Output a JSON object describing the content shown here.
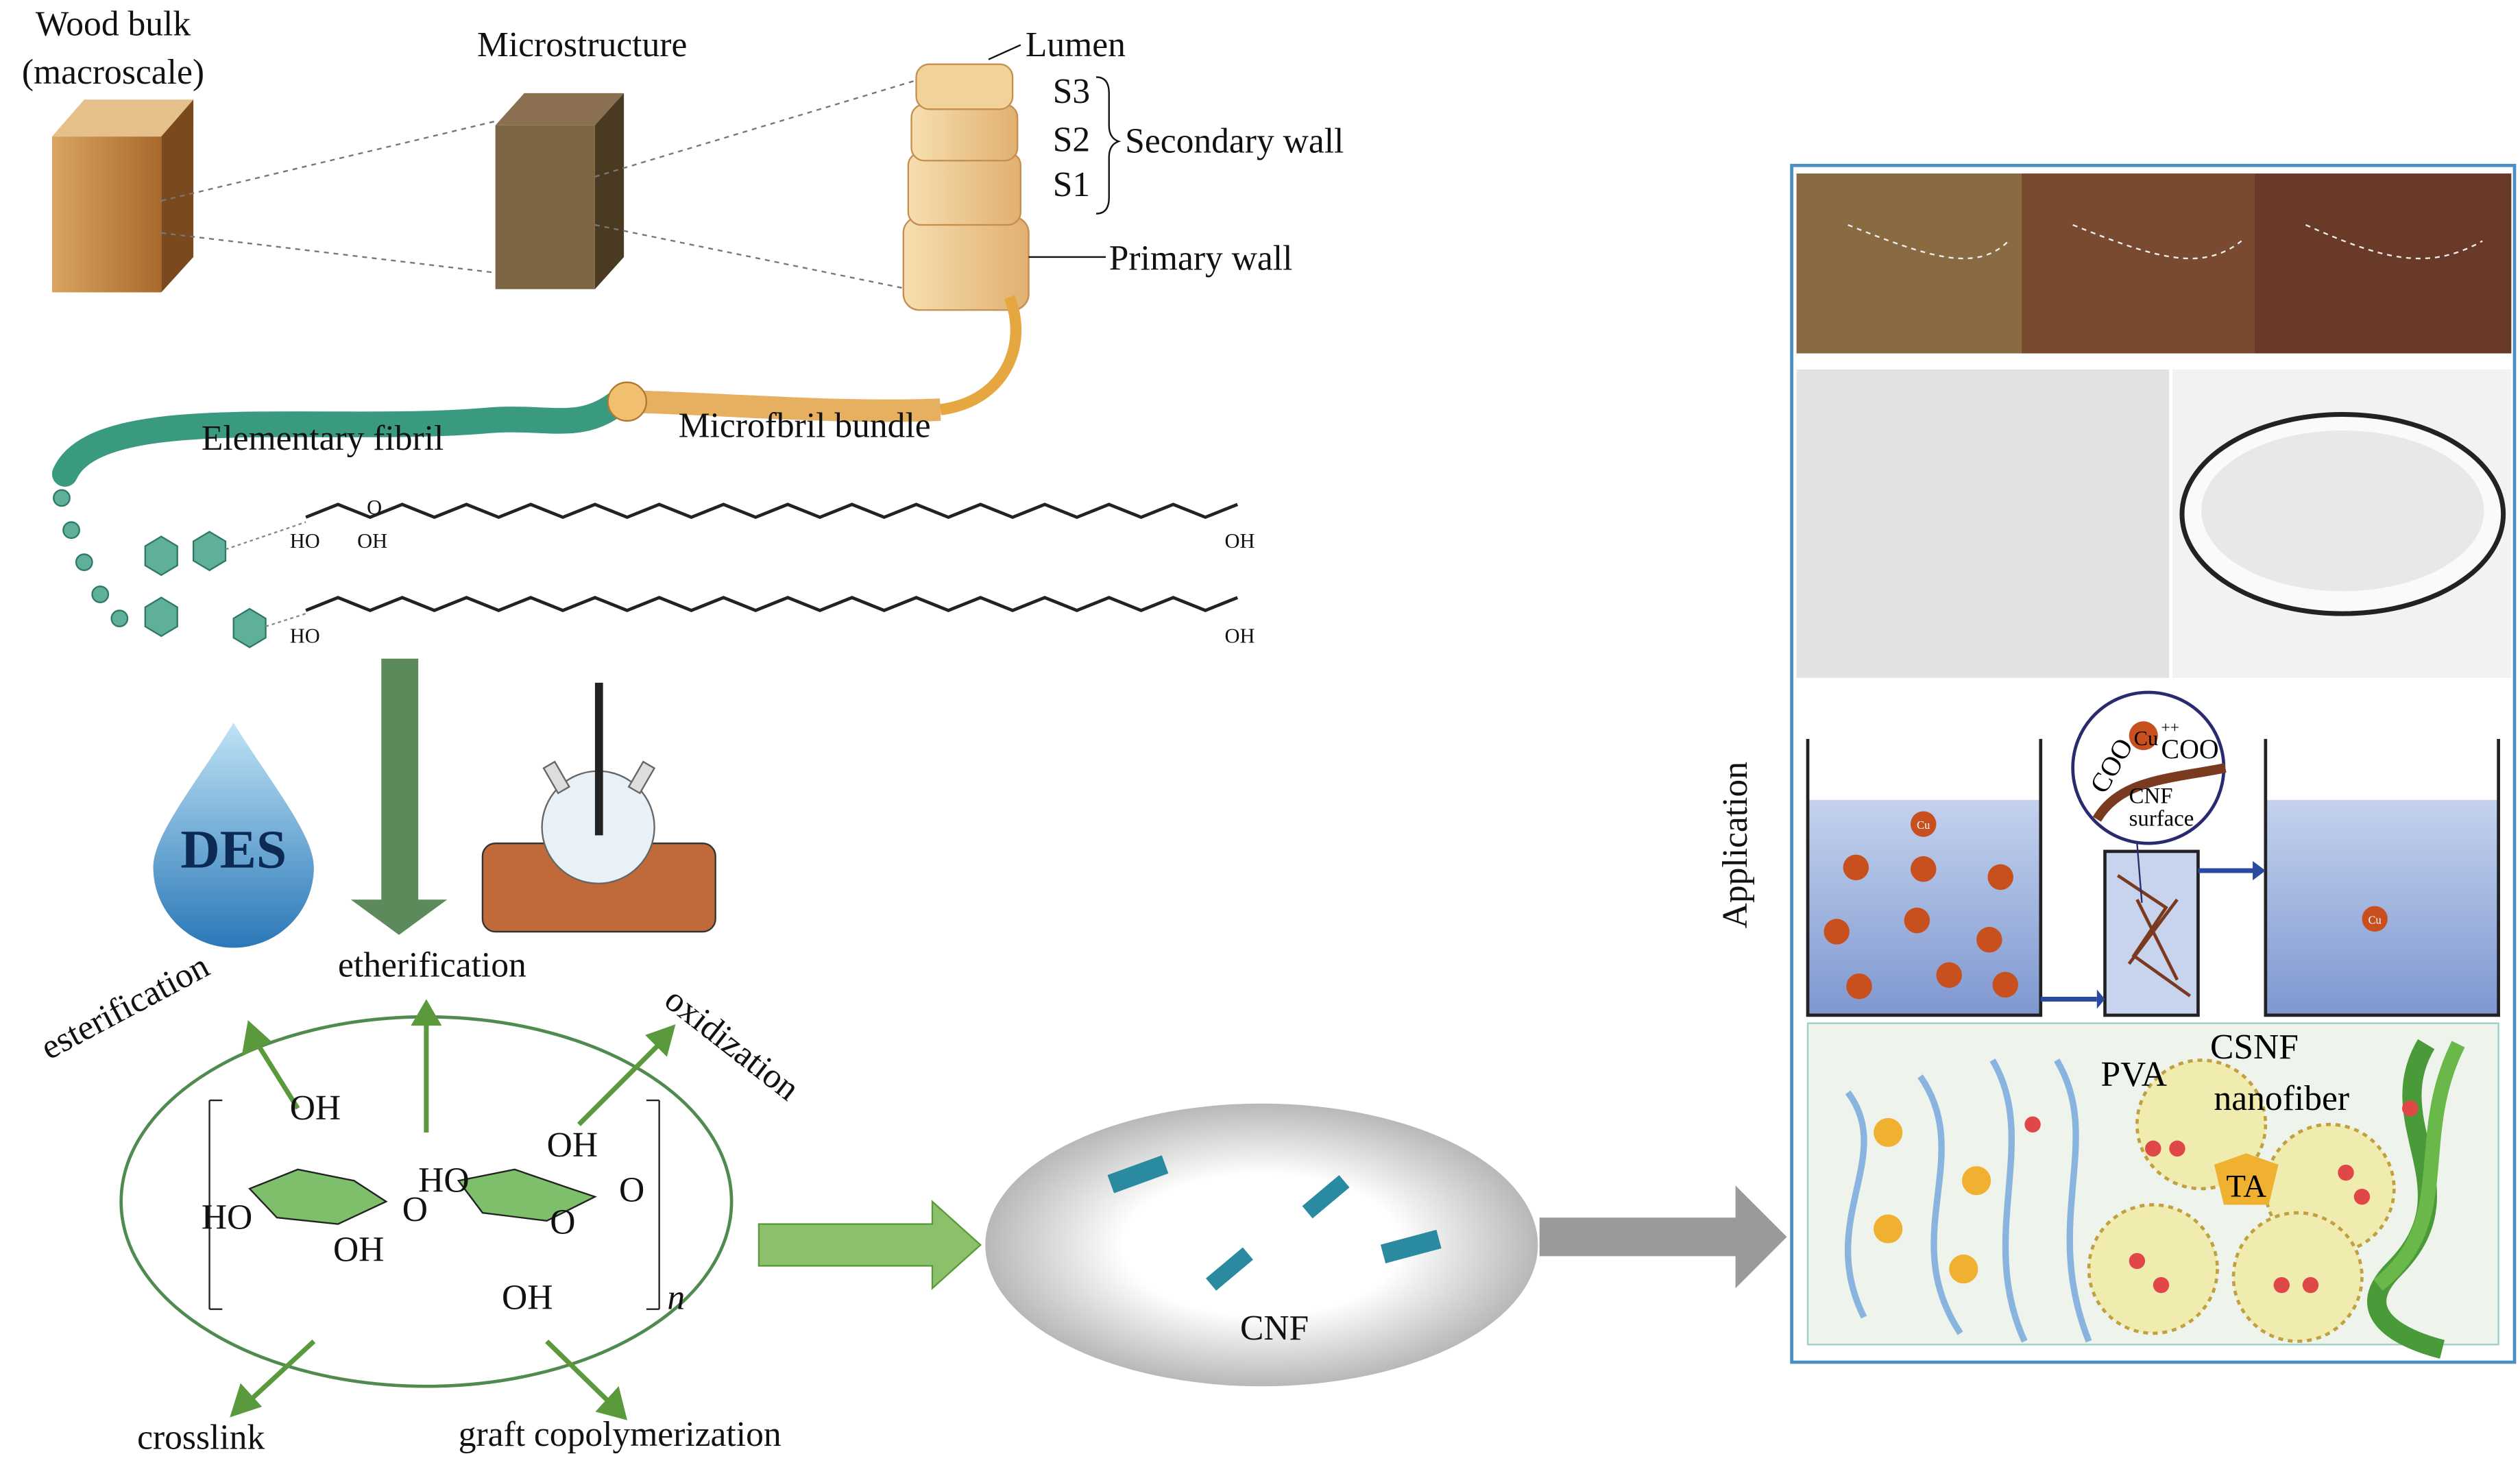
{
  "wood": {
    "title_line1": "Wood bulk",
    "title_line2": "(macroscale)"
  },
  "micro": {
    "title": "Microstructure"
  },
  "cell_wall": {
    "lumen": "Lumen",
    "s3": "S3",
    "s2": "S2",
    "s1": "S1",
    "secondary_wall": "Secondary wall",
    "primary_wall": "Primary wall"
  },
  "fibril": {
    "elementary": "Elementary fibril",
    "bundle": "Microfbril bundle"
  },
  "cellulose_chain": {
    "oh": "OH",
    "ho": "HO",
    "o": "O"
  },
  "des": {
    "label": "DES"
  },
  "modifications": {
    "etherification": "etherification",
    "esterification": "esterification",
    "oxidization": "oxidization",
    "crosslink": "crosslink",
    "graft": "graft copolymerization"
  },
  "monomer": {
    "oh1": "OH",
    "ho1": "HO",
    "oh2": "OH",
    "o_link": "O",
    "ho2": "HO",
    "oh3": "OH",
    "o_ring": "O",
    "o_end": "O",
    "oh4": "OH",
    "n": "n"
  },
  "cnf": {
    "label": "CNF"
  },
  "application": {
    "title": "Application",
    "adsorption": {
      "coo_left": "COO",
      "coo_right": "COO",
      "cu": "Cu",
      "cu_charge": "++",
      "cnf_surface_line1": "CNF",
      "cnf_surface_line2": "surface",
      "ion": "Cu"
    },
    "hydrogel": {
      "pva": "PVA",
      "csnf_line1": "CSNF",
      "csnf_line2": "nanofiber",
      "ta": "TA"
    }
  },
  "colors": {
    "green_arrow": "#5a9a3c",
    "panel_border": "#4a8fc4",
    "water": "#8fa8d8",
    "cu_ion": "#c8501e",
    "teal": "#3a9a80"
  }
}
